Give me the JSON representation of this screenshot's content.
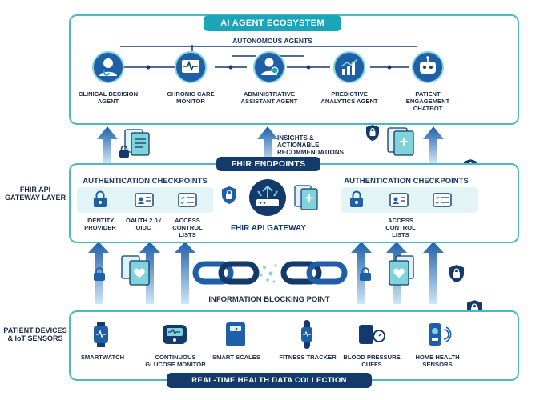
{
  "title": "AI AGENT ECOSYSTEM",
  "agents_header": "AUTONOMOUS AGENTS",
  "agents": [
    {
      "label": "CLINICAL DECISION AGENT",
      "icon": "doctor-icon"
    },
    {
      "label": "CHRONIC CARE MONITOR",
      "icon": "heart-monitor-icon"
    },
    {
      "label": "ADMINISTRATIVE ASSISTANT AGENT",
      "icon": "admin-person-icon"
    },
    {
      "label": "PREDICTIVE ANALYTICS AGENT",
      "icon": "analytics-chart-icon"
    },
    {
      "label": "PATIENT ENGAGEMENT CHATBOT",
      "icon": "chatbot-icon"
    }
  ],
  "insights_label": "INSIGHTS & ACTIONABLE RECOMMENDATIONS",
  "fhir_endpoints": "FHIR ENDPOINTS",
  "gateway_side_label": "FHIR API GATEWAY LAYER",
  "auth_left": {
    "header": "AUTHENTICATION CHECKPOINTS",
    "items": [
      "IDENTITY PROVIDER",
      "OAUTH 2.0 / OIDC",
      "ACCESS CONTROL LISTS"
    ]
  },
  "auth_right": {
    "header": "AUTHENTICATION CHECKPOINTS",
    "items": [
      "ACCESS CONTROL LISTS"
    ]
  },
  "gateway_label": "FHIR API GATEWAY",
  "blocking_label": "INFORMATION BLOCKING POINT",
  "devices_side_label": "PATIENT DEVICES & IoT SENSORS",
  "devices": [
    {
      "label": "SMARTWATCH",
      "icon": "smartwatch-icon"
    },
    {
      "label": "CONTINUOUS GLUCOSE MONITOR",
      "icon": "glucose-monitor-icon"
    },
    {
      "label": "SMART SCALES",
      "icon": "scale-icon"
    },
    {
      "label": "FITNESS TRACKER",
      "icon": "fitness-tracker-icon"
    },
    {
      "label": "BLOOD PRESSURE CUFFS",
      "icon": "blood-pressure-icon"
    },
    {
      "label": "HOME HEALTH SENSORS",
      "icon": "home-sensor-icon"
    }
  ],
  "collection_label": "REAL-TIME HEALTH DATA COLLECTION",
  "colors": {
    "navy": "#133a6b",
    "teal": "#4bb8c4",
    "blue": "#1f5fa8",
    "light": "#e3f4f6"
  }
}
